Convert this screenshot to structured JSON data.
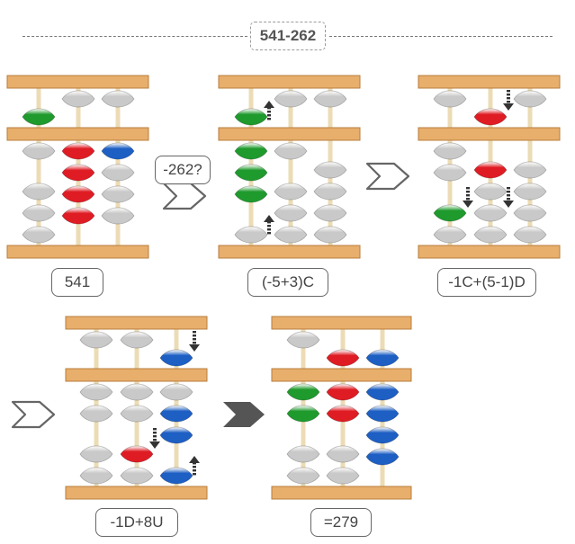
{
  "problem": "541-262",
  "colors": {
    "frame": "#e7ae6c",
    "frame_dark": "#b97d3c",
    "rod": "#ecdcb6",
    "bead_gray": "#c9c9c9",
    "bead_green": "#1f9a2d",
    "bead_red": "#df1c24",
    "bead_blue": "#1e5fc4",
    "arrow": "#333333",
    "big_arrow_outline": "#666666",
    "big_arrow_solid": "#555555"
  },
  "steps": [
    {
      "label": "541",
      "heaven": [
        true,
        false,
        false
      ],
      "earth_up": [
        1,
        4,
        4
      ],
      "colors": {
        "heaven": [
          "green",
          "gray",
          "gray"
        ],
        "earth": [
          [],
          [
            "red",
            "red",
            "red",
            "red"
          ],
          [
            "blue"
          ]
        ]
      },
      "arrows": []
    },
    {
      "label": "(-5+3)C",
      "heaven": [
        true,
        false,
        false
      ],
      "earth_up": [
        3,
        1,
        0
      ],
      "colors": {
        "heaven": [
          "green",
          "gray",
          "gray"
        ],
        "earth": [
          [
            "green",
            "green",
            "green"
          ],
          [],
          []
        ]
      },
      "arrows": [
        {
          "rod": 0,
          "dir": "up",
          "zone": "heaven"
        },
        {
          "rod": 0,
          "dir": "up",
          "zone": "earth"
        }
      ]
    },
    {
      "label": "-1C+(5-1)D",
      "heaven": [
        false,
        true,
        false
      ],
      "earth_up": [
        2,
        0,
        0
      ],
      "colors": {
        "heaven": [
          "gray",
          "red",
          "gray"
        ],
        "earth": [
          [
            "gray",
            "gray",
            "green"
          ],
          [
            "red"
          ],
          []
        ]
      },
      "arrows": [
        {
          "rod": 1,
          "dir": "down",
          "zone": "heaven"
        },
        {
          "rod": 0,
          "dir": "down",
          "zone": "earth"
        },
        {
          "rod": 1,
          "dir": "down",
          "zone": "earth"
        }
      ]
    },
    {
      "label": "-1D+8U",
      "heaven": [
        false,
        false,
        true
      ],
      "earth_up": [
        2,
        2,
        3
      ],
      "colors": {
        "heaven": [
          "gray",
          "gray",
          "blue"
        ],
        "earth": [
          [],
          [
            "gray",
            "gray",
            "red"
          ],
          [
            "gray",
            "blue",
            "blue",
            "blue"
          ]
        ]
      },
      "arrows": [
        {
          "rod": 2,
          "dir": "down",
          "zone": "heaven"
        },
        {
          "rod": 1,
          "dir": "down",
          "zone": "earth"
        },
        {
          "rod": 2,
          "dir": "up",
          "zone": "earth"
        }
      ]
    },
    {
      "label": "=279",
      "heaven": [
        false,
        true,
        true
      ],
      "earth_up": [
        2,
        2,
        4
      ],
      "colors": {
        "heaven": [
          "gray",
          "red",
          "blue"
        ],
        "earth": [
          [
            "green",
            "green"
          ],
          [
            "red",
            "red"
          ],
          [
            "blue",
            "blue",
            "blue",
            "blue"
          ]
        ]
      },
      "arrows": []
    }
  ],
  "connectors": [
    {
      "label": "-262?",
      "style": "outline"
    },
    {
      "label": "",
      "style": "outline"
    },
    {
      "label": "",
      "style": "outline"
    },
    {
      "label": "",
      "style": "solid"
    }
  ]
}
